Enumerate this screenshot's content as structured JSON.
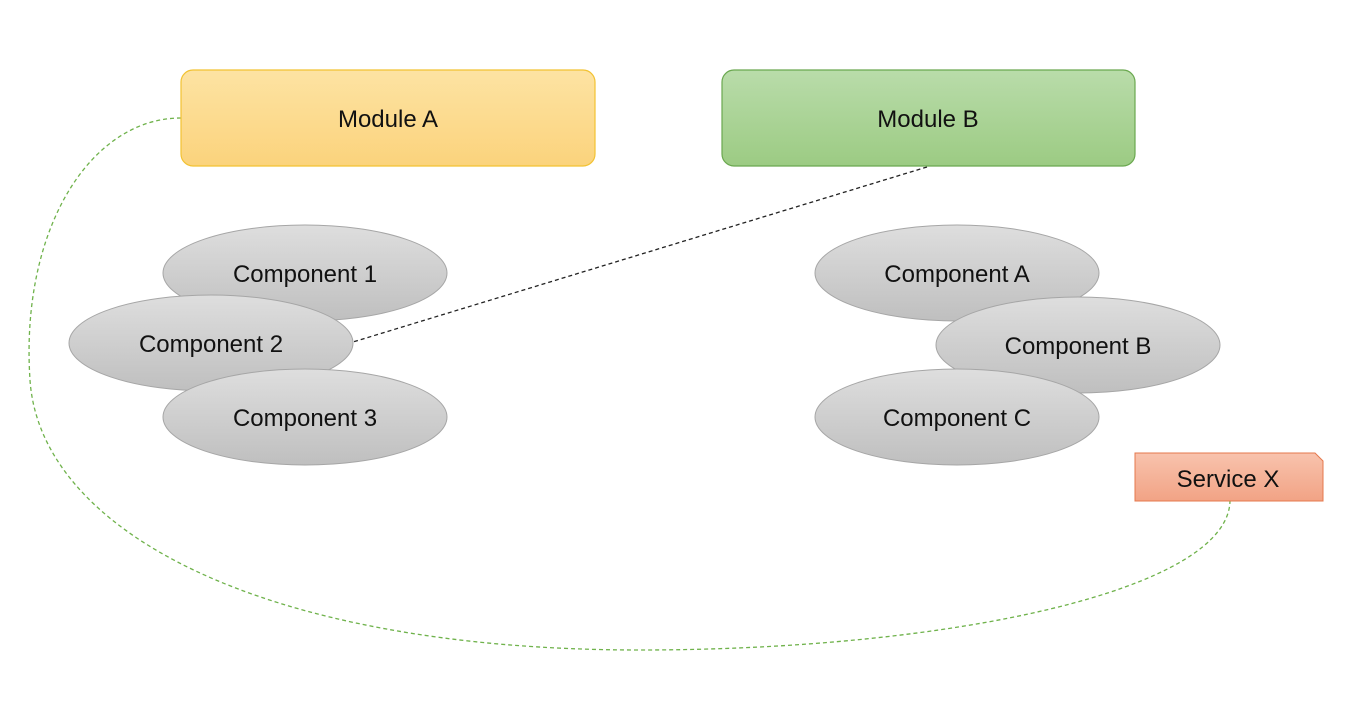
{
  "modules": [
    {
      "id": "module-a",
      "label": "Module A"
    },
    {
      "id": "module-b",
      "label": "Module B"
    }
  ],
  "components_left": [
    {
      "id": "component-1",
      "label": "Component 1"
    },
    {
      "id": "component-2",
      "label": "Component 2"
    },
    {
      "id": "component-3",
      "label": "Component 3"
    }
  ],
  "components_right": [
    {
      "id": "component-a",
      "label": "Component A"
    },
    {
      "id": "component-b",
      "label": "Component B"
    },
    {
      "id": "component-c",
      "label": "Component C"
    }
  ],
  "service": {
    "id": "service-x",
    "label": "Service X"
  },
  "connections": [
    {
      "from": "Module B",
      "to": "Component 2",
      "style": "dashed",
      "color": "#222222"
    },
    {
      "from": "Module A",
      "to": "Service X",
      "style": "dashed",
      "color": "#6fb24b"
    }
  ],
  "colors": {
    "module_a_fill_top": "#fde3a3",
    "module_a_fill_bottom": "#fbd37c",
    "module_a_stroke": "#f2c232",
    "module_b_fill_top": "#b9dcaa",
    "module_b_fill_bottom": "#9ccb83",
    "module_b_stroke": "#6aa84f",
    "component_fill_top": "#dedede",
    "component_fill_bottom": "#bfbfbf",
    "component_stroke": "#a6a6a6",
    "service_fill_top": "#f8c3ad",
    "service_fill_bottom": "#f2a385",
    "service_stroke": "#e5784d"
  }
}
